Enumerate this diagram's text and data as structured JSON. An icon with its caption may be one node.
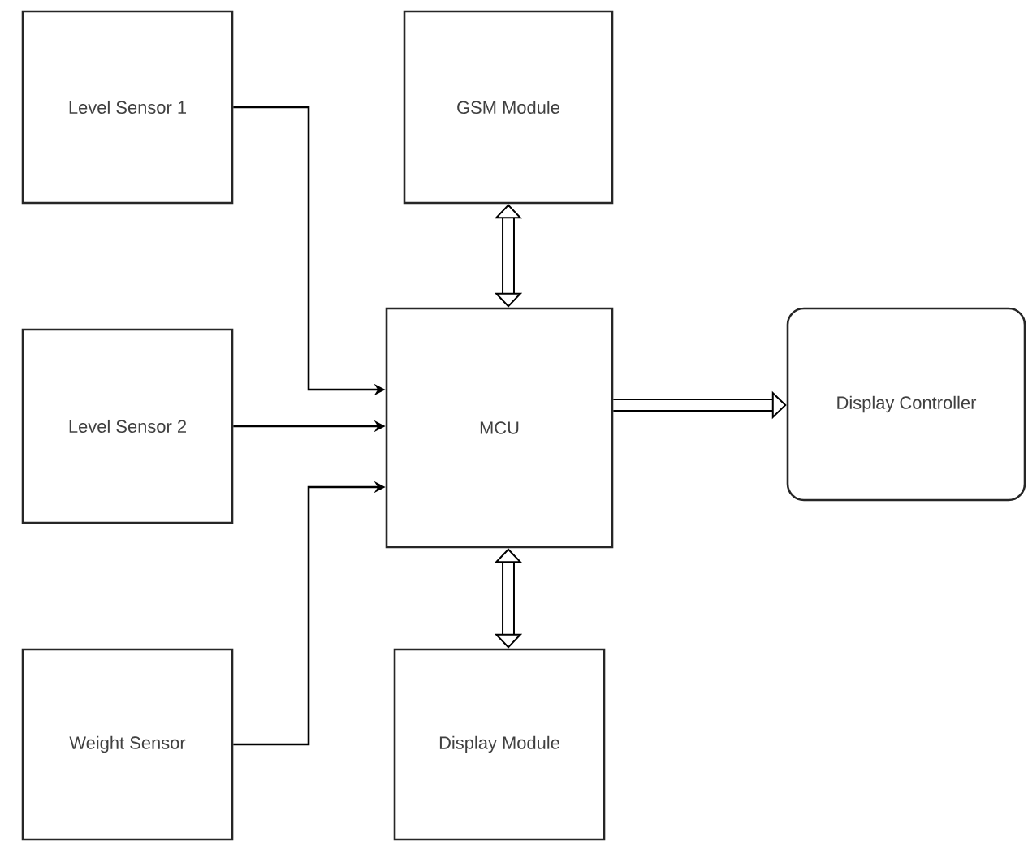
{
  "diagram": {
    "nodes": [
      {
        "text": [
          "Level Sensor 1"
        ]
      },
      {
        "text": [
          "Level Sensor 2"
        ]
      },
      {
        "text": [
          "Weight Sensor"
        ]
      },
      {
        "text": [
          "GSM Module"
        ]
      },
      {
        "text": [
          "MCU"
        ]
      },
      {
        "text": [
          "Display Module"
        ]
      },
      {
        "text": [
          "Display Controller"
        ]
      }
    ],
    "edges": [
      {
        "from": 0,
        "to": 4,
        "arrow": "to"
      },
      {
        "from": 1,
        "to": 4,
        "arrow": "to"
      },
      {
        "from": 2,
        "to": 4,
        "arrow": "to"
      },
      {
        "from": 3,
        "to": 4,
        "arrow": "both",
        "style": "thick"
      },
      {
        "from": 4,
        "to": 6,
        "arrow": "to",
        "style": "thick"
      },
      {
        "from": 4,
        "to": 5,
        "arrow": "both",
        "style": "thick"
      }
    ]
  }
}
